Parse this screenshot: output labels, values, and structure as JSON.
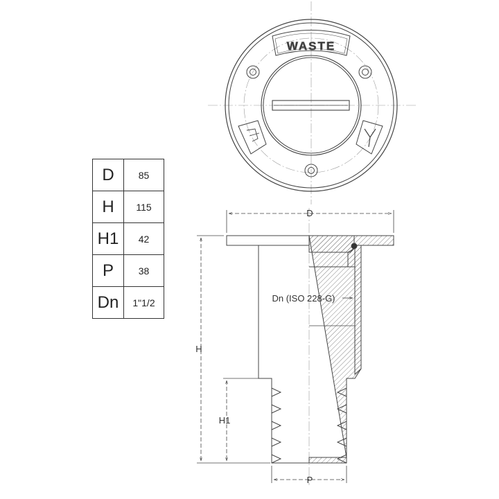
{
  "specs": [
    {
      "key": "D",
      "value": "85"
    },
    {
      "key": "H",
      "value": "115"
    },
    {
      "key": "H1",
      "value": "42"
    },
    {
      "key": "P",
      "value": "38"
    },
    {
      "key": "Dn",
      "value": "1\"1/2"
    }
  ],
  "top_view": {
    "engraving": "WASTE"
  },
  "dimensions": {
    "d_label": "D",
    "h_label": "H",
    "h1_label": "H1",
    "p_label": "P",
    "thread_label": "Dn (ISO 228-G)"
  },
  "colors": {
    "line": "#444444",
    "centerline": "#9a9a9a",
    "hatch": "#666666"
  }
}
